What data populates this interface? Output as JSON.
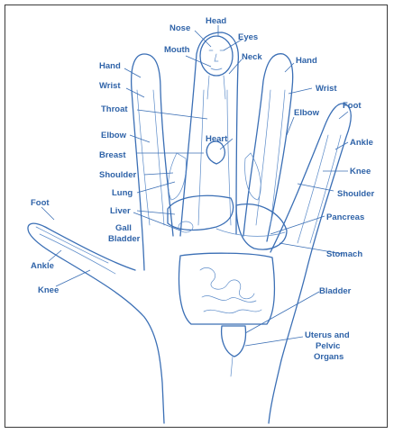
{
  "labels": {
    "head": "Head",
    "nose": "Nose",
    "eyes": "Eyes",
    "mouth": "Mouth",
    "neck": "Neck",
    "hand_left": "Hand",
    "hand_right": "Hand",
    "wrist_left": "Wrist",
    "wrist_right": "Wrist",
    "throat": "Throat",
    "elbow_left": "Elbow",
    "elbow_right": "Elbow",
    "foot_right": "Foot",
    "foot_left": "Foot",
    "heart": "Heart",
    "ankle_right": "Ankle",
    "ankle_left": "Ankle",
    "breast": "Breast",
    "knee_right": "Knee",
    "knee_left": "Knee",
    "shoulder_left": "Shoulder",
    "shoulder_right": "Shoulder",
    "lung": "Lung",
    "liver": "Liver",
    "pancreas": "Pancreas",
    "gall_line1": "Gall",
    "gall_line2": "Bladder",
    "stomach": "Stomach",
    "bladder": "Bladder",
    "uterus_line1": "Uterus and",
    "uterus_line2": "Pelvic",
    "uterus_line3": "Organs"
  },
  "colors": {
    "ink": "#3b6fb5",
    "label": "#2f63a8",
    "frame": "#3a3a3a"
  }
}
